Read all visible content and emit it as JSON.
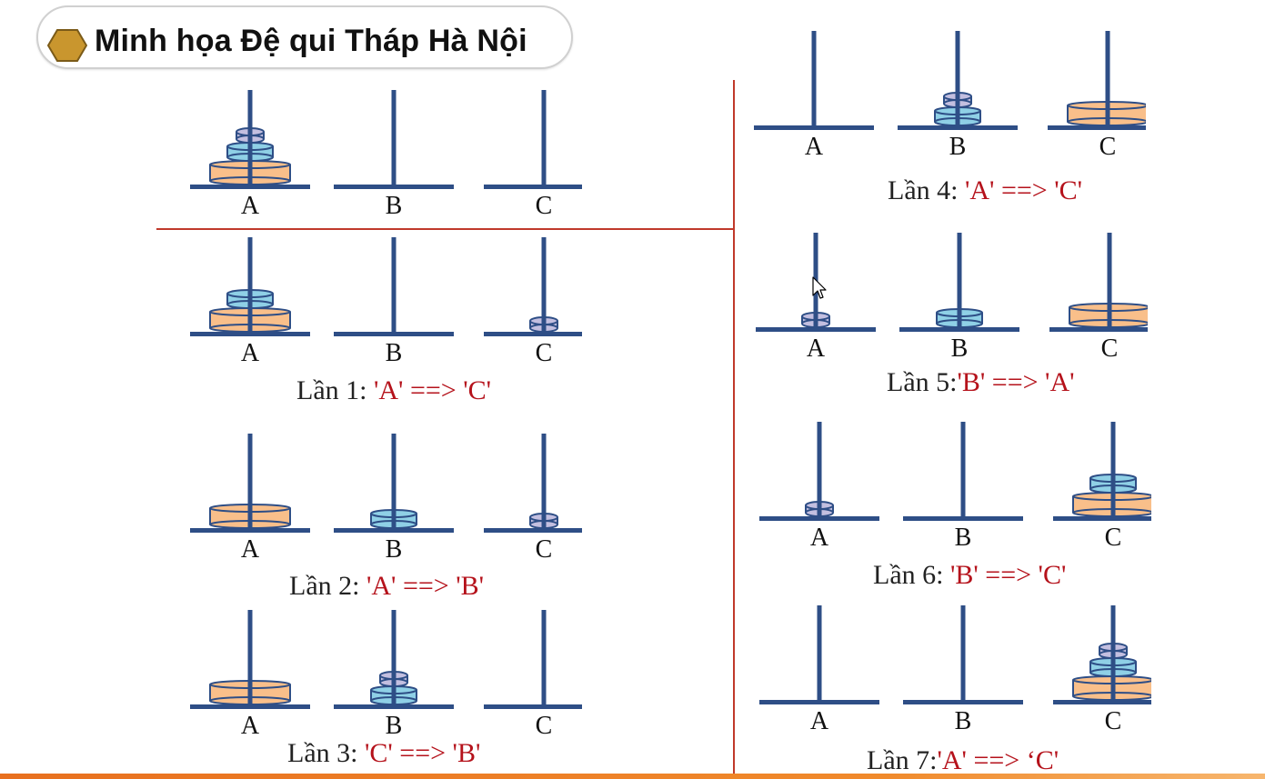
{
  "title": "Minh họa Đệ qui Tháp Hà Nội",
  "peg_names": [
    "A",
    "B",
    "C"
  ],
  "colors": {
    "peg": "#2e4e86",
    "disk_large": "#f9bf8a",
    "disk_medium": "#8fd0e6",
    "disk_small": "#c3bfe0",
    "disk_stroke": "#2e4e86",
    "divider": "#c0392b",
    "move_text": "#b5121b",
    "bottom_bar": "#e8701f"
  },
  "states": [
    {
      "id": "initial",
      "pegs": [
        [
          "large",
          "medium",
          "small"
        ],
        [],
        []
      ]
    },
    {
      "id": "lan-1",
      "prefix": "Lần 1: ",
      "move": "'A' ==> 'C'",
      "pegs": [
        [
          "large",
          "medium"
        ],
        [],
        [
          "small"
        ]
      ]
    },
    {
      "id": "lan-2",
      "prefix": "Lần 2: ",
      "move": "'A' ==> 'B'",
      "pegs": [
        [
          "large"
        ],
        [
          "medium"
        ],
        [
          "small"
        ]
      ]
    },
    {
      "id": "lan-3",
      "prefix": "Lần 3: ",
      "move": "'C' ==> 'B'",
      "pegs": [
        [
          "large"
        ],
        [
          "medium",
          "small"
        ],
        []
      ]
    },
    {
      "id": "lan-4",
      "prefix": "Lần 4: ",
      "move": "'A' ==> 'C'",
      "pegs": [
        [],
        [
          "medium",
          "small"
        ],
        [
          "large"
        ]
      ]
    },
    {
      "id": "lan-5",
      "prefix": "Lần 5:",
      "move": "'B' ==> 'A'",
      "pegs": [
        [
          "small"
        ],
        [
          "medium"
        ],
        [
          "large"
        ]
      ]
    },
    {
      "id": "lan-6",
      "prefix": "Lần 6: ",
      "move": "'B' ==> 'C'",
      "pegs": [
        [
          "small"
        ],
        [],
        [
          "large",
          "medium"
        ]
      ]
    },
    {
      "id": "lan-7",
      "prefix": "Lần 7:",
      "move": "'A' ==> ‘C'",
      "pegs": [
        [],
        [],
        [
          "large",
          "medium",
          "small"
        ]
      ]
    }
  ]
}
